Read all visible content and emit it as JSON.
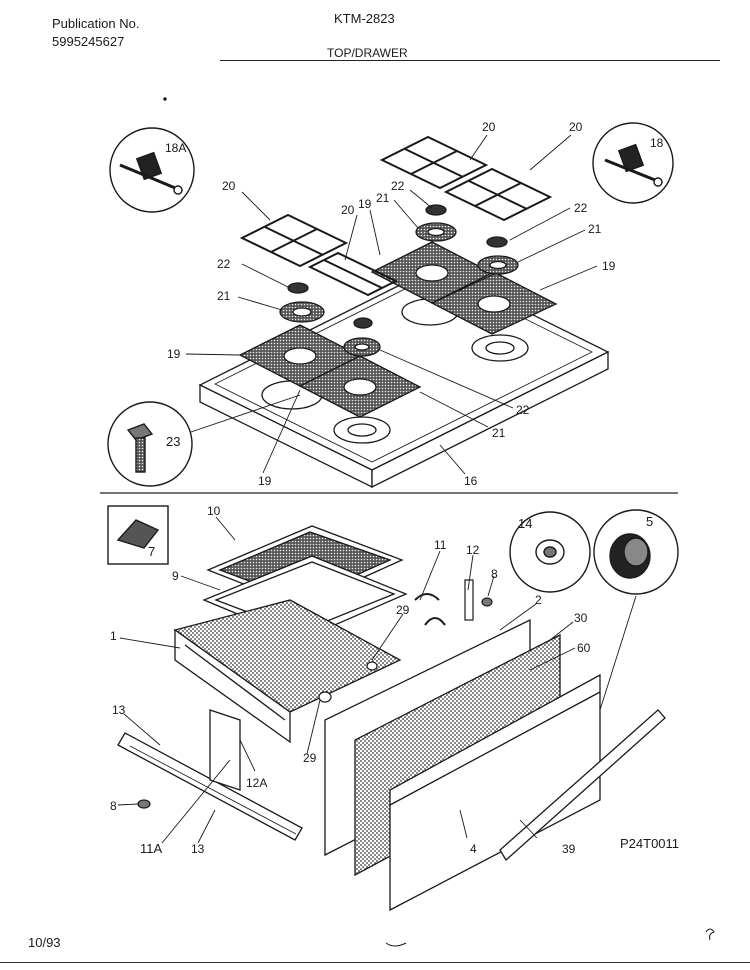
{
  "header": {
    "publication_label": "Publication No.",
    "publication_number": "5995245627",
    "model": "KTM-2823",
    "section_title": "TOP/DRAWER"
  },
  "footer": {
    "date": "10/93",
    "figure_code": "P24T0011"
  },
  "callouts": {
    "c1": "1",
    "c2": "2",
    "c4": "4",
    "c5": "5",
    "c7": "7",
    "c8a": "8",
    "c8b": "8",
    "c9": "9",
    "c10": "10",
    "c11": "11",
    "c11a": "11A",
    "c12": "12",
    "c12a": "12A",
    "c13a": "13",
    "c13b": "13",
    "c14": "14",
    "c16": "16",
    "c18": "18",
    "c18a": "18A",
    "c19a": "19",
    "c19b": "19",
    "c19c": "19",
    "c19d": "19",
    "c20a": "20",
    "c20b": "20",
    "c20c": "20",
    "c20d": "20",
    "c21a": "21",
    "c21b": "21",
    "c21c": "21",
    "c21d": "21",
    "c22a": "22",
    "c22b": "22",
    "c22c": "22",
    "c22d": "22",
    "c23": "23",
    "c29a": "29",
    "c29b": "29",
    "c30": "30",
    "c39": "39",
    "c60": "60"
  }
}
